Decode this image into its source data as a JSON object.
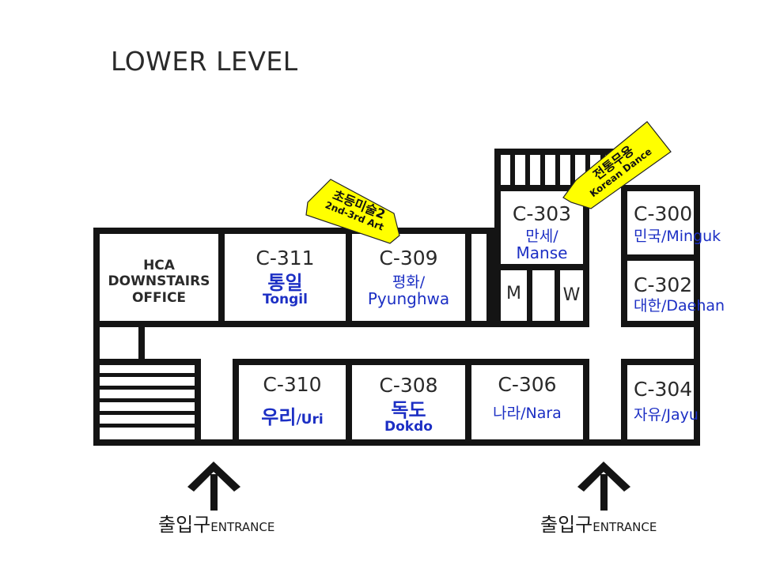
{
  "title": "LOWER LEVEL",
  "office": {
    "line1": "HCA",
    "line2": "DOWNSTAIRS",
    "line3": "OFFICE"
  },
  "rooms": {
    "c311": {
      "code": "C-311",
      "kr": "통일",
      "en": "Tongil"
    },
    "c309": {
      "code": "C-309",
      "kr": "평화/",
      "en": "Pyunghwa"
    },
    "c303": {
      "code": "C-303",
      "kr": "만세/",
      "en": "Manse"
    },
    "c300": {
      "code": "C-300",
      "label": "민국/Minguk"
    },
    "c302": {
      "code": "C-302",
      "label": "대한/Daehan"
    },
    "c310": {
      "code": "C-310",
      "kr": "우리",
      "en": "/Uri"
    },
    "c308": {
      "code": "C-308",
      "kr": "독도",
      "en": "Dokdo"
    },
    "c306": {
      "code": "C-306",
      "label": "나라/Nara"
    },
    "c304": {
      "code": "C-304",
      "label": "자유/Jayu"
    }
  },
  "restrooms": {
    "men": "M",
    "women": "W"
  },
  "signs": {
    "art": {
      "kr": "초등미술2",
      "en": "2nd-3rd Art",
      "color": "#ffff00"
    },
    "dance": {
      "kr": "전통무용",
      "en": "Korean Dance",
      "color": "#ffff00"
    }
  },
  "entrances": [
    {
      "kr": "출입구",
      "en": "ENTRANCE"
    },
    {
      "kr": "출입구",
      "en": "ENTRANCE"
    }
  ]
}
